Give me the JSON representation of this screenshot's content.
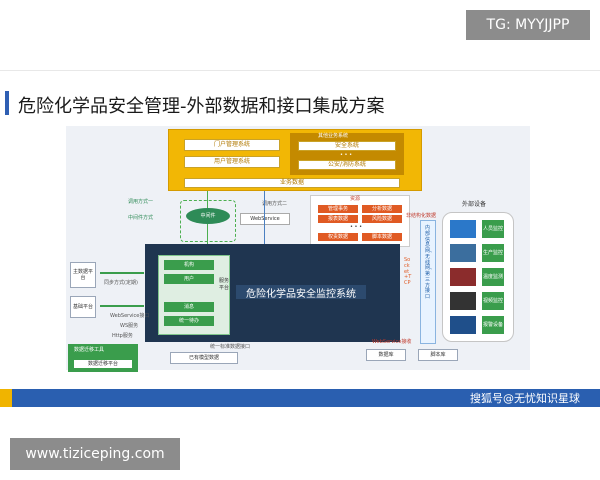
{
  "watermark_top": "TG: MYYJJPP",
  "watermark_bottom": "www.tiziceping.com",
  "slide": {
    "title": "危险化学品安全管理-外部数据和接口集成方案",
    "footer_credit": "搜狐号@无忧知识星球"
  },
  "diagram": {
    "top_block": {
      "portal": "门户管理系统",
      "user_mgmt": "用户管理系统",
      "other_biz_title": "其他业务系统",
      "security": "安全系统",
      "dots": "• • •",
      "fire": "公安/消防系统",
      "biz_data": "业务数据"
    },
    "call_method_1": "调用方式一",
    "call_method_2": "调用方式二",
    "middleware_method": "中间件方式",
    "middleware": "中间件",
    "webservice": "WebService",
    "resources": {
      "title": "资源",
      "cells": [
        "管理事务",
        "分析数据",
        "报表数据",
        "风险数据",
        "权责数据",
        "脚本数据"
      ],
      "dots": "• • •"
    },
    "core_title": "危险化学品安全监控系统",
    "service_platform": {
      "label": "服务平台",
      "btn1": "机构",
      "btn2": "用户",
      "btn3": "消息",
      "btn4": "统一待办"
    },
    "left_systems": {
      "master_data": "主数据平台",
      "basic_platform": "基础平台",
      "arrow_label_1": "同步方式(定期)",
      "arrow_label_2": "调用方式",
      "ws_label": "WebService接口",
      "http_label": "Http服务",
      "ws_short": "WS服务"
    },
    "tools": {
      "title": "数据迁移工具",
      "sub": "数据迁移平台"
    },
    "existing_model": "已有模型数据",
    "unified_interface": "统一标准数据接口",
    "external": {
      "title": "外部设备",
      "devices": [
        "人员监控",
        "生产监控",
        "温度监测",
        "视频监控",
        "报警设备"
      ]
    },
    "vertical_labels": {
      "a": "内部信息网、无线网、第三方接口",
      "b": "Socket+TCP"
    },
    "ext_data_label": "非结构化数据",
    "ws_recv": "WebService接收",
    "database": "数据库",
    "script_lib": "脚本库"
  },
  "colors": {
    "title_accent": "#2f5fb3",
    "gold": "#f2b705",
    "core_navy": "#1f3550",
    "green": "#3a9d4c",
    "orange_red": "#e05a23"
  }
}
